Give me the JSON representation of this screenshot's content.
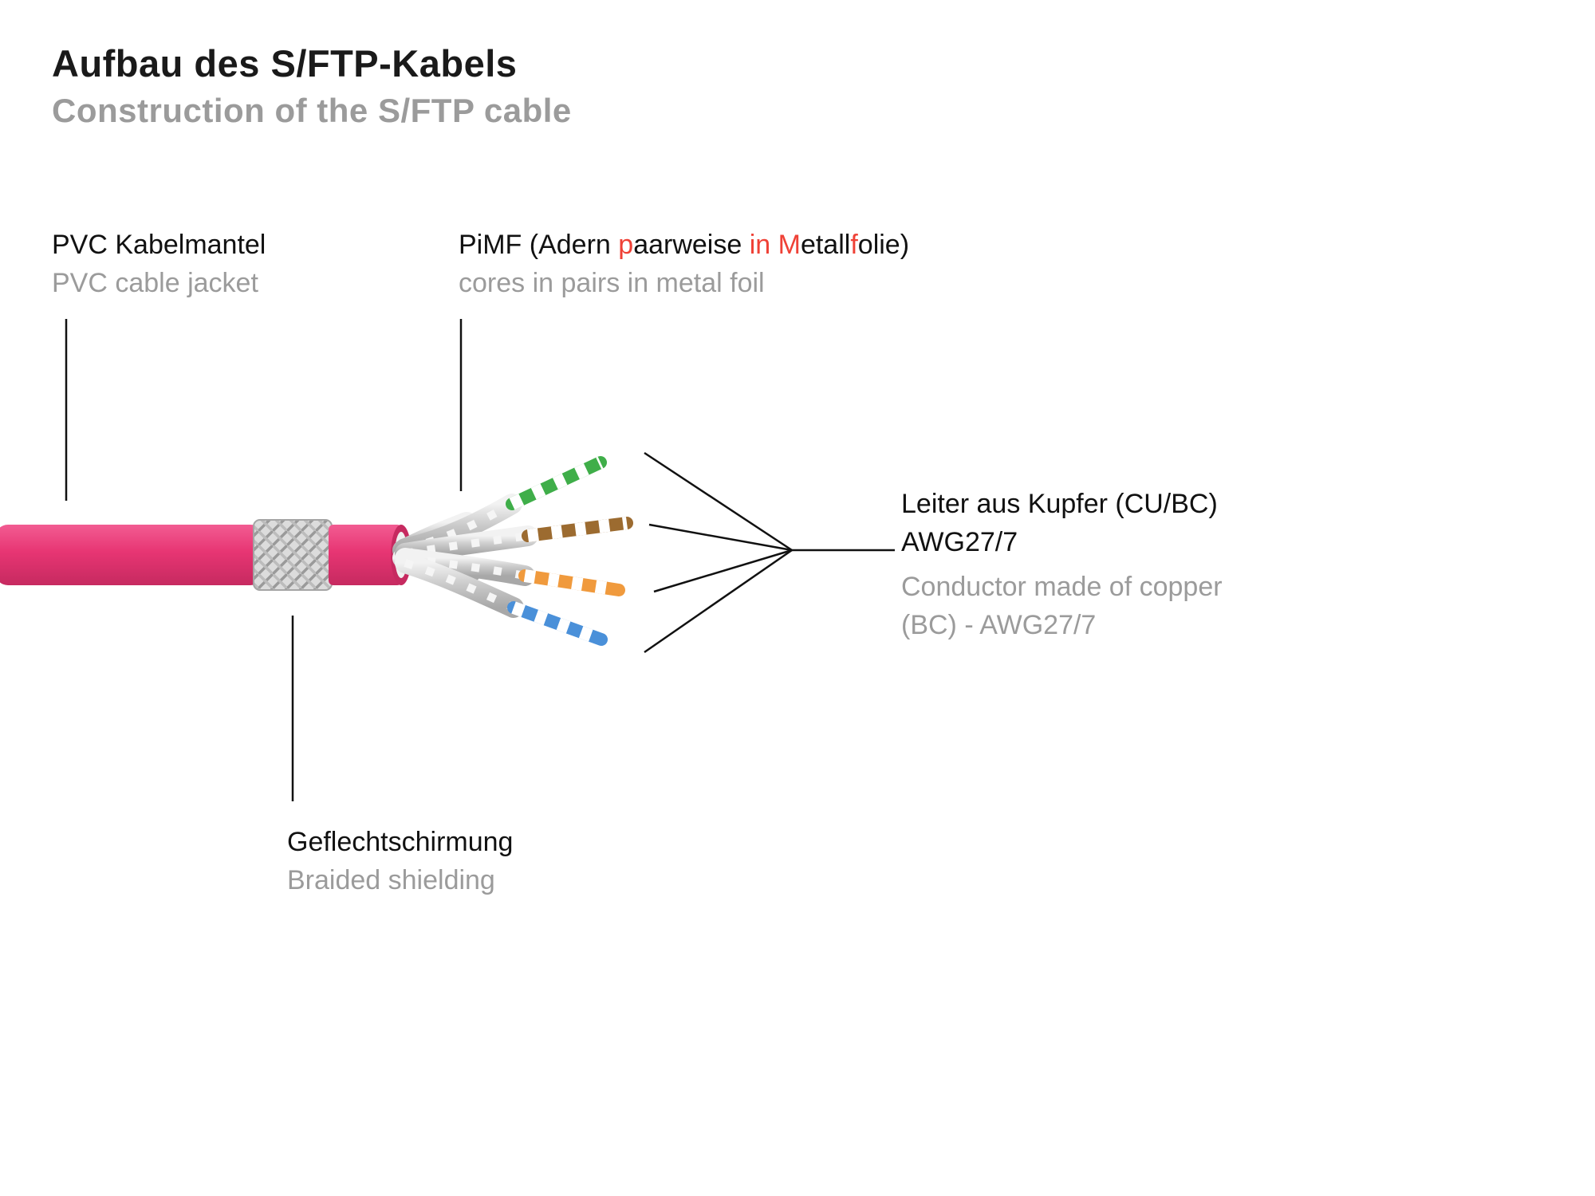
{
  "page": {
    "title": "Aufbau des S/FTP-Kabels",
    "subtitle": "Construction of the S/FTP cable"
  },
  "labels": {
    "jacket": {
      "de": "PVC Kabelmantel",
      "en": "PVC cable jacket"
    },
    "pimf": {
      "segments": [
        {
          "text": "PiMF (Adern ",
          "color": "#111111"
        },
        {
          "text": "p",
          "color": "#ef4136"
        },
        {
          "text": "aarweise ",
          "color": "#111111"
        },
        {
          "text": "in",
          "color": "#ef4136"
        },
        {
          "text": " ",
          "color": "#111111"
        },
        {
          "text": "M",
          "color": "#ef4136"
        },
        {
          "text": "etall",
          "color": "#111111"
        },
        {
          "text": "f",
          "color": "#ef4136"
        },
        {
          "text": "olie)",
          "color": "#111111"
        }
      ],
      "en": "cores in pairs in metal foil"
    },
    "conductor": {
      "de_line1": "Leiter aus Kupfer (CU/BC)",
      "de_line2": "AWG27/7",
      "en_line1": "Conductor made of copper",
      "en_line2": "(BC) - AWG27/7"
    },
    "braid": {
      "de": "Geflechtschirmung",
      "en": "Braided shielding"
    }
  },
  "colors": {
    "jacket_pink": "#e73573",
    "jacket_pink_dark": "#c62a60",
    "highlight_red": "#ef4136",
    "wire_green": "#3fae49",
    "wire_brown": "#9c6b30",
    "wire_orange": "#f09a3d",
    "wire_blue": "#4a90d9",
    "foil_gray": "#c9c9c9",
    "foil_light": "#ededed",
    "braid_gray": "#d6d6d6",
    "line_black": "#111111",
    "text_gray": "#9b9b9b"
  }
}
